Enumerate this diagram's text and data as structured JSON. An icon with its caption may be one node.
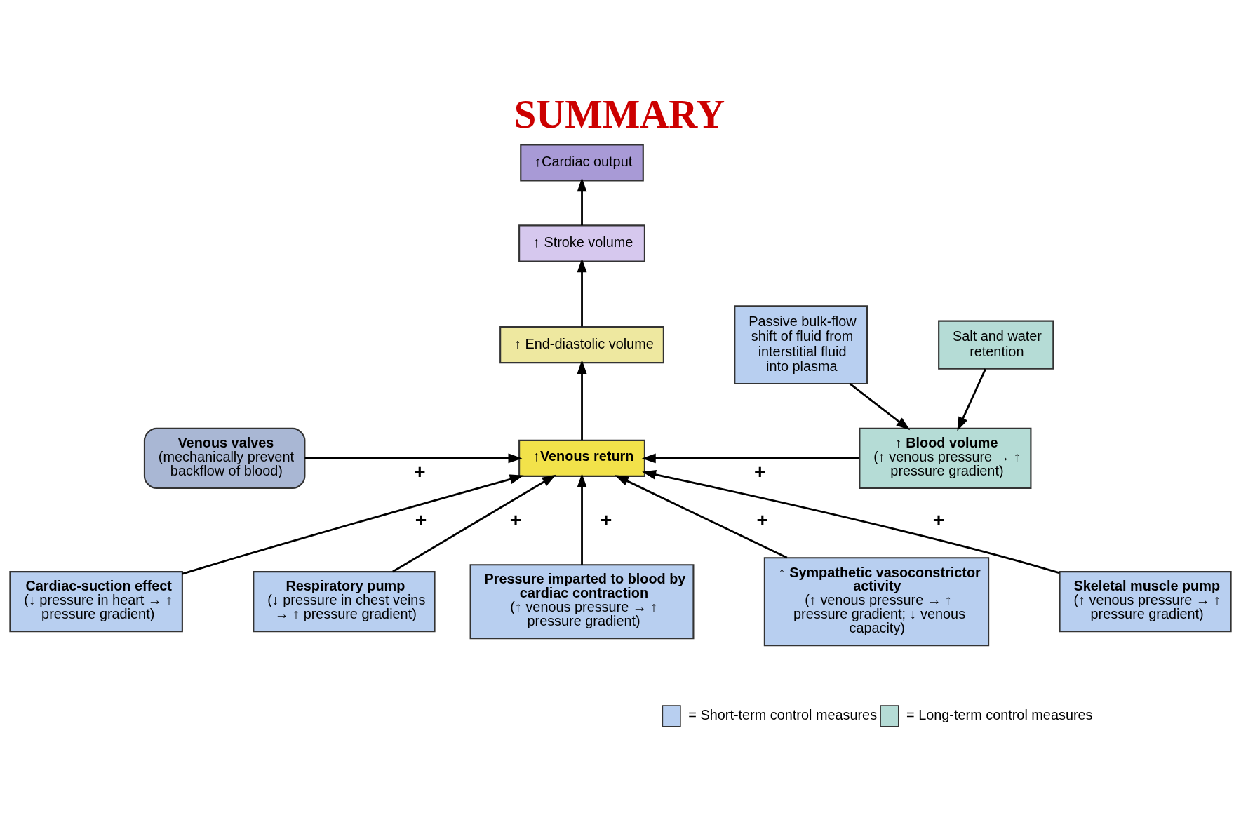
{
  "diagram": {
    "title": "SUMMARY",
    "nodes": [
      {
        "text": [
          "↑Cardiac output"
        ]
      },
      {
        "text": [
          "↑ Stroke volume"
        ]
      },
      {
        "text": [
          "↑ End-diastolic volume"
        ]
      },
      {
        "text": [
          "↑Venous return"
        ]
      },
      {
        "text": [
          "Venous valves",
          "(mechanically prevent backflow of blood)"
        ]
      },
      {
        "text": [
          "Passive bulk-flow shift of fluid from interstitial fluid into plasma"
        ]
      },
      {
        "text": [
          "Salt and water retention"
        ]
      },
      {
        "text": [
          "↑ Blood volume",
          "(↑ venous pressure → ↑ pressure gradient)"
        ]
      },
      {
        "text": [
          "Cardiac-suction effect",
          "(↓ pressure in heart → ↑ pressure gradient)"
        ]
      },
      {
        "text": [
          "Respiratory pump",
          "(↓ pressure in chest veins → ↑ pressure gradient)"
        ]
      },
      {
        "text": [
          "Pressure imparted to blood by cardiac contraction",
          "(↑ venous pressure → ↑ pressure gradient)"
        ]
      },
      {
        "text": [
          "↑ Sympathetic vasoconstrictor activity",
          "(↑ venous pressure → ↑ pressure gradient; ↓ venous capacity)"
        ]
      },
      {
        "text": [
          "Skeletal muscle pump",
          "(↑ venous pressure → ↑ pressure gradient)"
        ]
      }
    ],
    "edges": [
      {
        "from": 3,
        "to": 2,
        "arrow": "to"
      },
      {
        "from": 2,
        "to": 1,
        "arrow": "to"
      },
      {
        "from": 1,
        "to": 0,
        "arrow": "to"
      },
      {
        "from": 4,
        "to": 3,
        "arrow": "to",
        "label": "+"
      },
      {
        "from": 7,
        "to": 3,
        "arrow": "to",
        "label": "+"
      },
      {
        "from": 5,
        "to": 7,
        "arrow": "to"
      },
      {
        "from": 6,
        "to": 7,
        "arrow": "to"
      },
      {
        "from": 8,
        "to": 3,
        "arrow": "to",
        "label": "+"
      },
      {
        "from": 10,
        "to": 3,
        "arrow": "to",
        "label": "+"
      },
      {
        "from": 11,
        "to": 3,
        "arrow": "to",
        "label": "+"
      },
      {
        "from": 12,
        "to": 3,
        "arrow": "to",
        "label": "+"
      },
      {
        "from": 9,
        "to": 3,
        "arrow": "to",
        "label": "+"
      }
    ],
    "legend": [
      {
        "text": "= Short-term control measures",
        "color": "#b8cff0"
      },
      {
        "text": "= Long-term control measures",
        "color": "#b5dcd6"
      }
    ]
  }
}
